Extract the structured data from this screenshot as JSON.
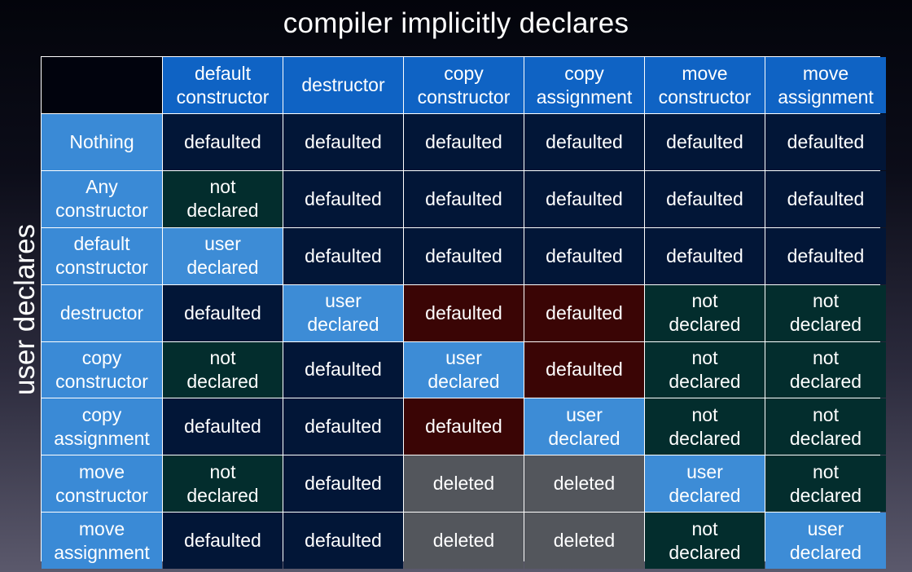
{
  "titles": {
    "top": "compiler implicitly declares",
    "side": "user declares"
  },
  "columns": [
    "default\nconstructor",
    "destructor",
    "copy\nconstructor",
    "copy\nassignment",
    "move\nconstructor",
    "move\nassignment"
  ],
  "rows": [
    {
      "label": "Nothing",
      "cells": [
        {
          "text": "defaulted",
          "kind": "defaulted"
        },
        {
          "text": "defaulted",
          "kind": "defaulted"
        },
        {
          "text": "defaulted",
          "kind": "defaulted"
        },
        {
          "text": "defaulted",
          "kind": "defaulted"
        },
        {
          "text": "defaulted",
          "kind": "defaulted"
        },
        {
          "text": "defaulted",
          "kind": "defaulted"
        }
      ]
    },
    {
      "label": "Any\nconstructor",
      "cells": [
        {
          "text": "not\ndeclared",
          "kind": "not_declared"
        },
        {
          "text": "defaulted",
          "kind": "defaulted"
        },
        {
          "text": "defaulted",
          "kind": "defaulted"
        },
        {
          "text": "defaulted",
          "kind": "defaulted"
        },
        {
          "text": "defaulted",
          "kind": "defaulted"
        },
        {
          "text": "defaulted",
          "kind": "defaulted"
        }
      ]
    },
    {
      "label": "default\nconstructor",
      "cells": [
        {
          "text": "user\ndeclared",
          "kind": "user_declared"
        },
        {
          "text": "defaulted",
          "kind": "defaulted"
        },
        {
          "text": "defaulted",
          "kind": "defaulted"
        },
        {
          "text": "defaulted",
          "kind": "defaulted"
        },
        {
          "text": "defaulted",
          "kind": "defaulted"
        },
        {
          "text": "defaulted",
          "kind": "defaulted"
        }
      ]
    },
    {
      "label": "destructor",
      "cells": [
        {
          "text": "defaulted",
          "kind": "defaulted"
        },
        {
          "text": "user\ndeclared",
          "kind": "user_declared"
        },
        {
          "text": "defaulted",
          "kind": "deprecated"
        },
        {
          "text": "defaulted",
          "kind": "deprecated"
        },
        {
          "text": "not\ndeclared",
          "kind": "not_declared"
        },
        {
          "text": "not\ndeclared",
          "kind": "not_declared"
        }
      ]
    },
    {
      "label": "copy\nconstructor",
      "cells": [
        {
          "text": "not\ndeclared",
          "kind": "not_declared"
        },
        {
          "text": "defaulted",
          "kind": "defaulted"
        },
        {
          "text": "user\ndeclared",
          "kind": "user_declared"
        },
        {
          "text": "defaulted",
          "kind": "deprecated"
        },
        {
          "text": "not\ndeclared",
          "kind": "not_declared"
        },
        {
          "text": "not\ndeclared",
          "kind": "not_declared"
        }
      ]
    },
    {
      "label": "copy\nassignment",
      "cells": [
        {
          "text": "defaulted",
          "kind": "defaulted"
        },
        {
          "text": "defaulted",
          "kind": "defaulted"
        },
        {
          "text": "defaulted",
          "kind": "deprecated"
        },
        {
          "text": "user\ndeclared",
          "kind": "user_declared"
        },
        {
          "text": "not\ndeclared",
          "kind": "not_declared"
        },
        {
          "text": "not\ndeclared",
          "kind": "not_declared"
        }
      ]
    },
    {
      "label": "move\nconstructor",
      "cells": [
        {
          "text": "not\ndeclared",
          "kind": "not_declared"
        },
        {
          "text": "defaulted",
          "kind": "defaulted"
        },
        {
          "text": "deleted",
          "kind": "deleted"
        },
        {
          "text": "deleted",
          "kind": "deleted"
        },
        {
          "text": "user\ndeclared",
          "kind": "user_declared"
        },
        {
          "text": "not\ndeclared",
          "kind": "not_declared"
        }
      ]
    },
    {
      "label": "move\nassignment",
      "cells": [
        {
          "text": "defaulted",
          "kind": "defaulted"
        },
        {
          "text": "defaulted",
          "kind": "defaulted"
        },
        {
          "text": "deleted",
          "kind": "deleted"
        },
        {
          "text": "deleted",
          "kind": "deleted"
        },
        {
          "text": "not\ndeclared",
          "kind": "not_declared"
        },
        {
          "text": "user\ndeclared",
          "kind": "user_declared"
        }
      ]
    }
  ]
}
